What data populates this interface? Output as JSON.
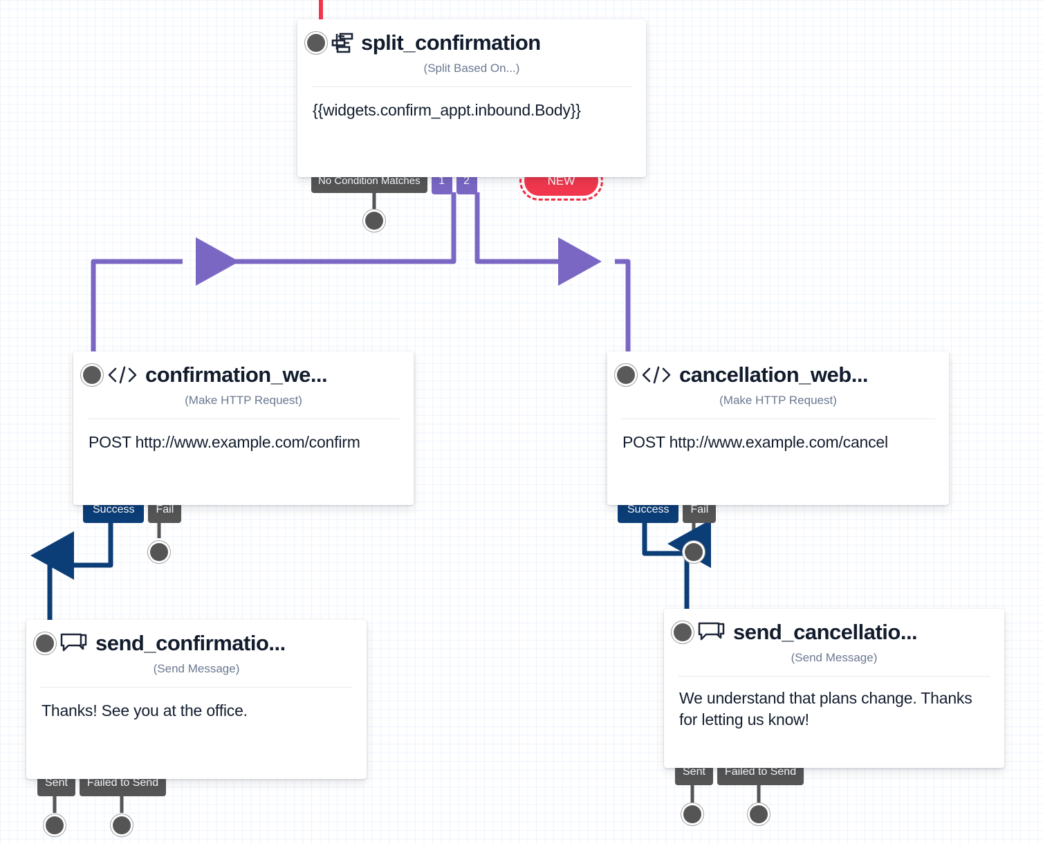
{
  "canvas": {
    "background": "#ffffff",
    "grid_color": "#dceaf8",
    "accent_purple": "#7a67c4",
    "accent_blue": "#0b3d77",
    "accent_red": "#f0374d",
    "accent_grey": "#555555"
  },
  "nodes": {
    "split_confirmation": {
      "title": "split_confirmation",
      "subtitle": "(Split Based On...)",
      "body": "{{widgets.confirm_appt.inbound.Body}}",
      "icon": "split-icon",
      "outputs": [
        {
          "label": "No Condition Matches",
          "style": "grey"
        },
        {
          "label": "1",
          "style": "purple"
        },
        {
          "label": "2",
          "style": "purple"
        },
        {
          "label": "NEW",
          "style": "red"
        }
      ]
    },
    "confirmation_webhook": {
      "title": "confirmation_we...",
      "subtitle": "(Make HTTP Request)",
      "body": "POST http://www.example.com/confirm",
      "icon": "code-icon",
      "outputs": [
        {
          "label": "Success",
          "style": "blue"
        },
        {
          "label": "Fail",
          "style": "grey"
        }
      ]
    },
    "cancellation_webhook": {
      "title": "cancellation_web...",
      "subtitle": "(Make HTTP Request)",
      "body": "POST http://www.example.com/cancel",
      "icon": "code-icon",
      "outputs": [
        {
          "label": "Success",
          "style": "blue"
        },
        {
          "label": "Fail",
          "style": "grey"
        }
      ]
    },
    "send_confirmation": {
      "title": "send_confirmatio...",
      "subtitle": "(Send Message)",
      "body": "Thanks! See you at the office.",
      "icon": "message-icon",
      "outputs": [
        {
          "label": "Sent",
          "style": "grey"
        },
        {
          "label": "Failed to Send",
          "style": "grey"
        }
      ]
    },
    "send_cancellation": {
      "title": "send_cancellatio...",
      "subtitle": "(Send Message)",
      "body": "We understand that plans change. Thanks for letting us know!",
      "icon": "message-icon",
      "outputs": [
        {
          "label": "Sent",
          "style": "grey"
        },
        {
          "label": "Failed to Send",
          "style": "grey"
        }
      ]
    }
  }
}
